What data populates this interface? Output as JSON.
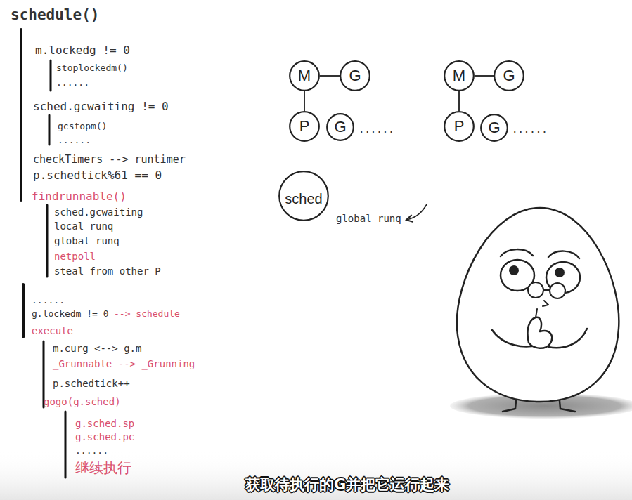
{
  "diagram": {
    "caption": "获取待执行的G并把它运行起来",
    "nodes": [
      {
        "text": [
          "M"
        ]
      },
      {
        "text": [
          "G"
        ]
      },
      {
        "text": [
          "P"
        ]
      },
      {
        "text": [
          "G"
        ]
      },
      {
        "text": [
          "M"
        ]
      },
      {
        "text": [
          "G"
        ]
      },
      {
        "text": [
          "P"
        ]
      },
      {
        "text": [
          "G"
        ]
      },
      {
        "text": [
          "sched"
        ]
      }
    ],
    "edges": [
      {
        "from": 0,
        "to": 1,
        "arrow": "none"
      },
      {
        "from": 0,
        "to": 2,
        "arrow": "none"
      },
      {
        "from": 4,
        "to": 5,
        "arrow": "none"
      },
      {
        "from": 4,
        "to": 6,
        "arrow": "none"
      }
    ],
    "labels": [
      "schedule()",
      "m.lockedg != 0",
      "stoplockedm()",
      "......",
      "sched.gcwaiting != 0",
      "gcstopm()",
      "......",
      "checkTimers --> runtimer",
      "p.schedtick%61 == 0",
      "findrunnable()",
      "sched.gcwaiting",
      "local runq",
      "global runq",
      "netpoll",
      "steal from other P",
      "......",
      "g.lockedm != 0",
      "--> schedule",
      "execute",
      "m.curg <--> g.m",
      "_Grunnable --> _Grunning",
      "p.schedtick++",
      "gogo(g.sched)",
      "g.sched.sp",
      "g.sched.pc",
      "......",
      "继续执行",
      "......",
      "......",
      "global runq"
    ]
  }
}
